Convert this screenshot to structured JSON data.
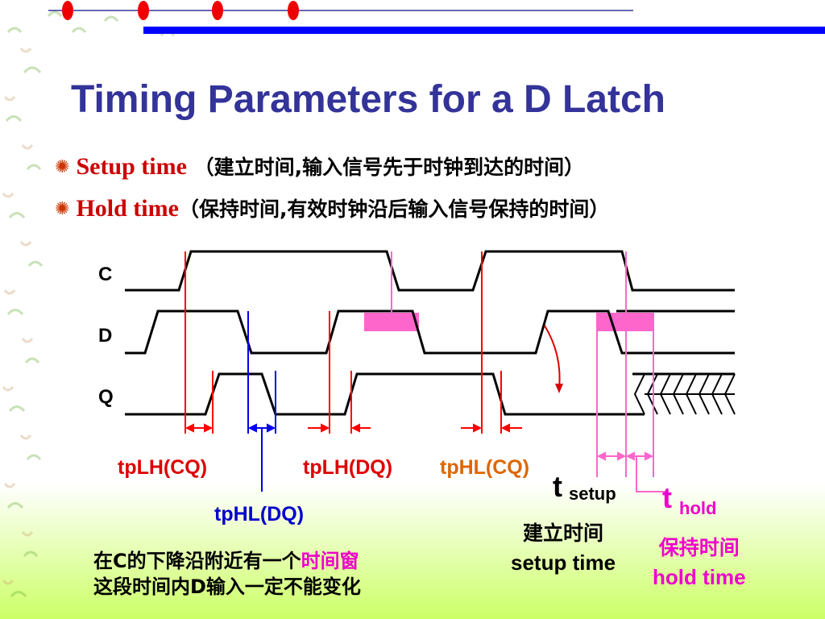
{
  "title": "Timing Parameters for a D Latch",
  "bullets": [
    {
      "term": "Setup time",
      "desc": " （建立时间,输入信号先于时钟到达的时间）"
    },
    {
      "term": "Hold time",
      "desc": "（保持时间,有效时钟沿后输入信号保持的时间）"
    }
  ],
  "signals": {
    "c": "C",
    "d": "D",
    "q": "Q"
  },
  "labels": {
    "tplh_cq": "tpLH(CQ)",
    "tphl_dq": "tpHL(DQ)",
    "tplh_dq": "tpLH(DQ)",
    "tphl_cq": "tpHL(CQ)",
    "t_setup_main": "t",
    "t_setup_sub": "setup",
    "t_hold_main": "t",
    "t_hold_sub": "hold"
  },
  "note": {
    "line1_prefix": "在C的下降沿附近有一个",
    "line1_highlight": "时间窗",
    "line2": "这段时间内D输入一定不能变化"
  },
  "setup_tag": {
    "zh": "建立时间",
    "en": "setup  time"
  },
  "hold_tag": {
    "zh": "保持时间",
    "en": "hold  time"
  },
  "colors": {
    "title": "#333399",
    "term": "#cc0000",
    "red_marker": "#ff0000",
    "blue_marker": "#0000ee",
    "pink": "#ff66cc",
    "magenta": "#ee00cc",
    "orange": "#dd6600",
    "top_bar": "#0000ff",
    "bottom_gradient": "#ccff66"
  }
}
